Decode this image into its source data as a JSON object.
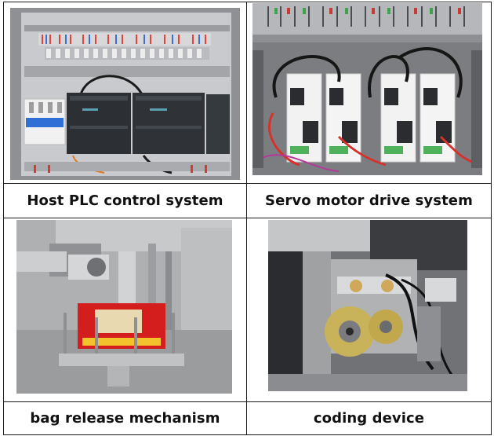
{
  "captions": {
    "top_left": "Host PLC control system",
    "top_right": "Servo motor drive system",
    "bottom_left": "bag release mechanism",
    "bottom_right": "coding device"
  }
}
